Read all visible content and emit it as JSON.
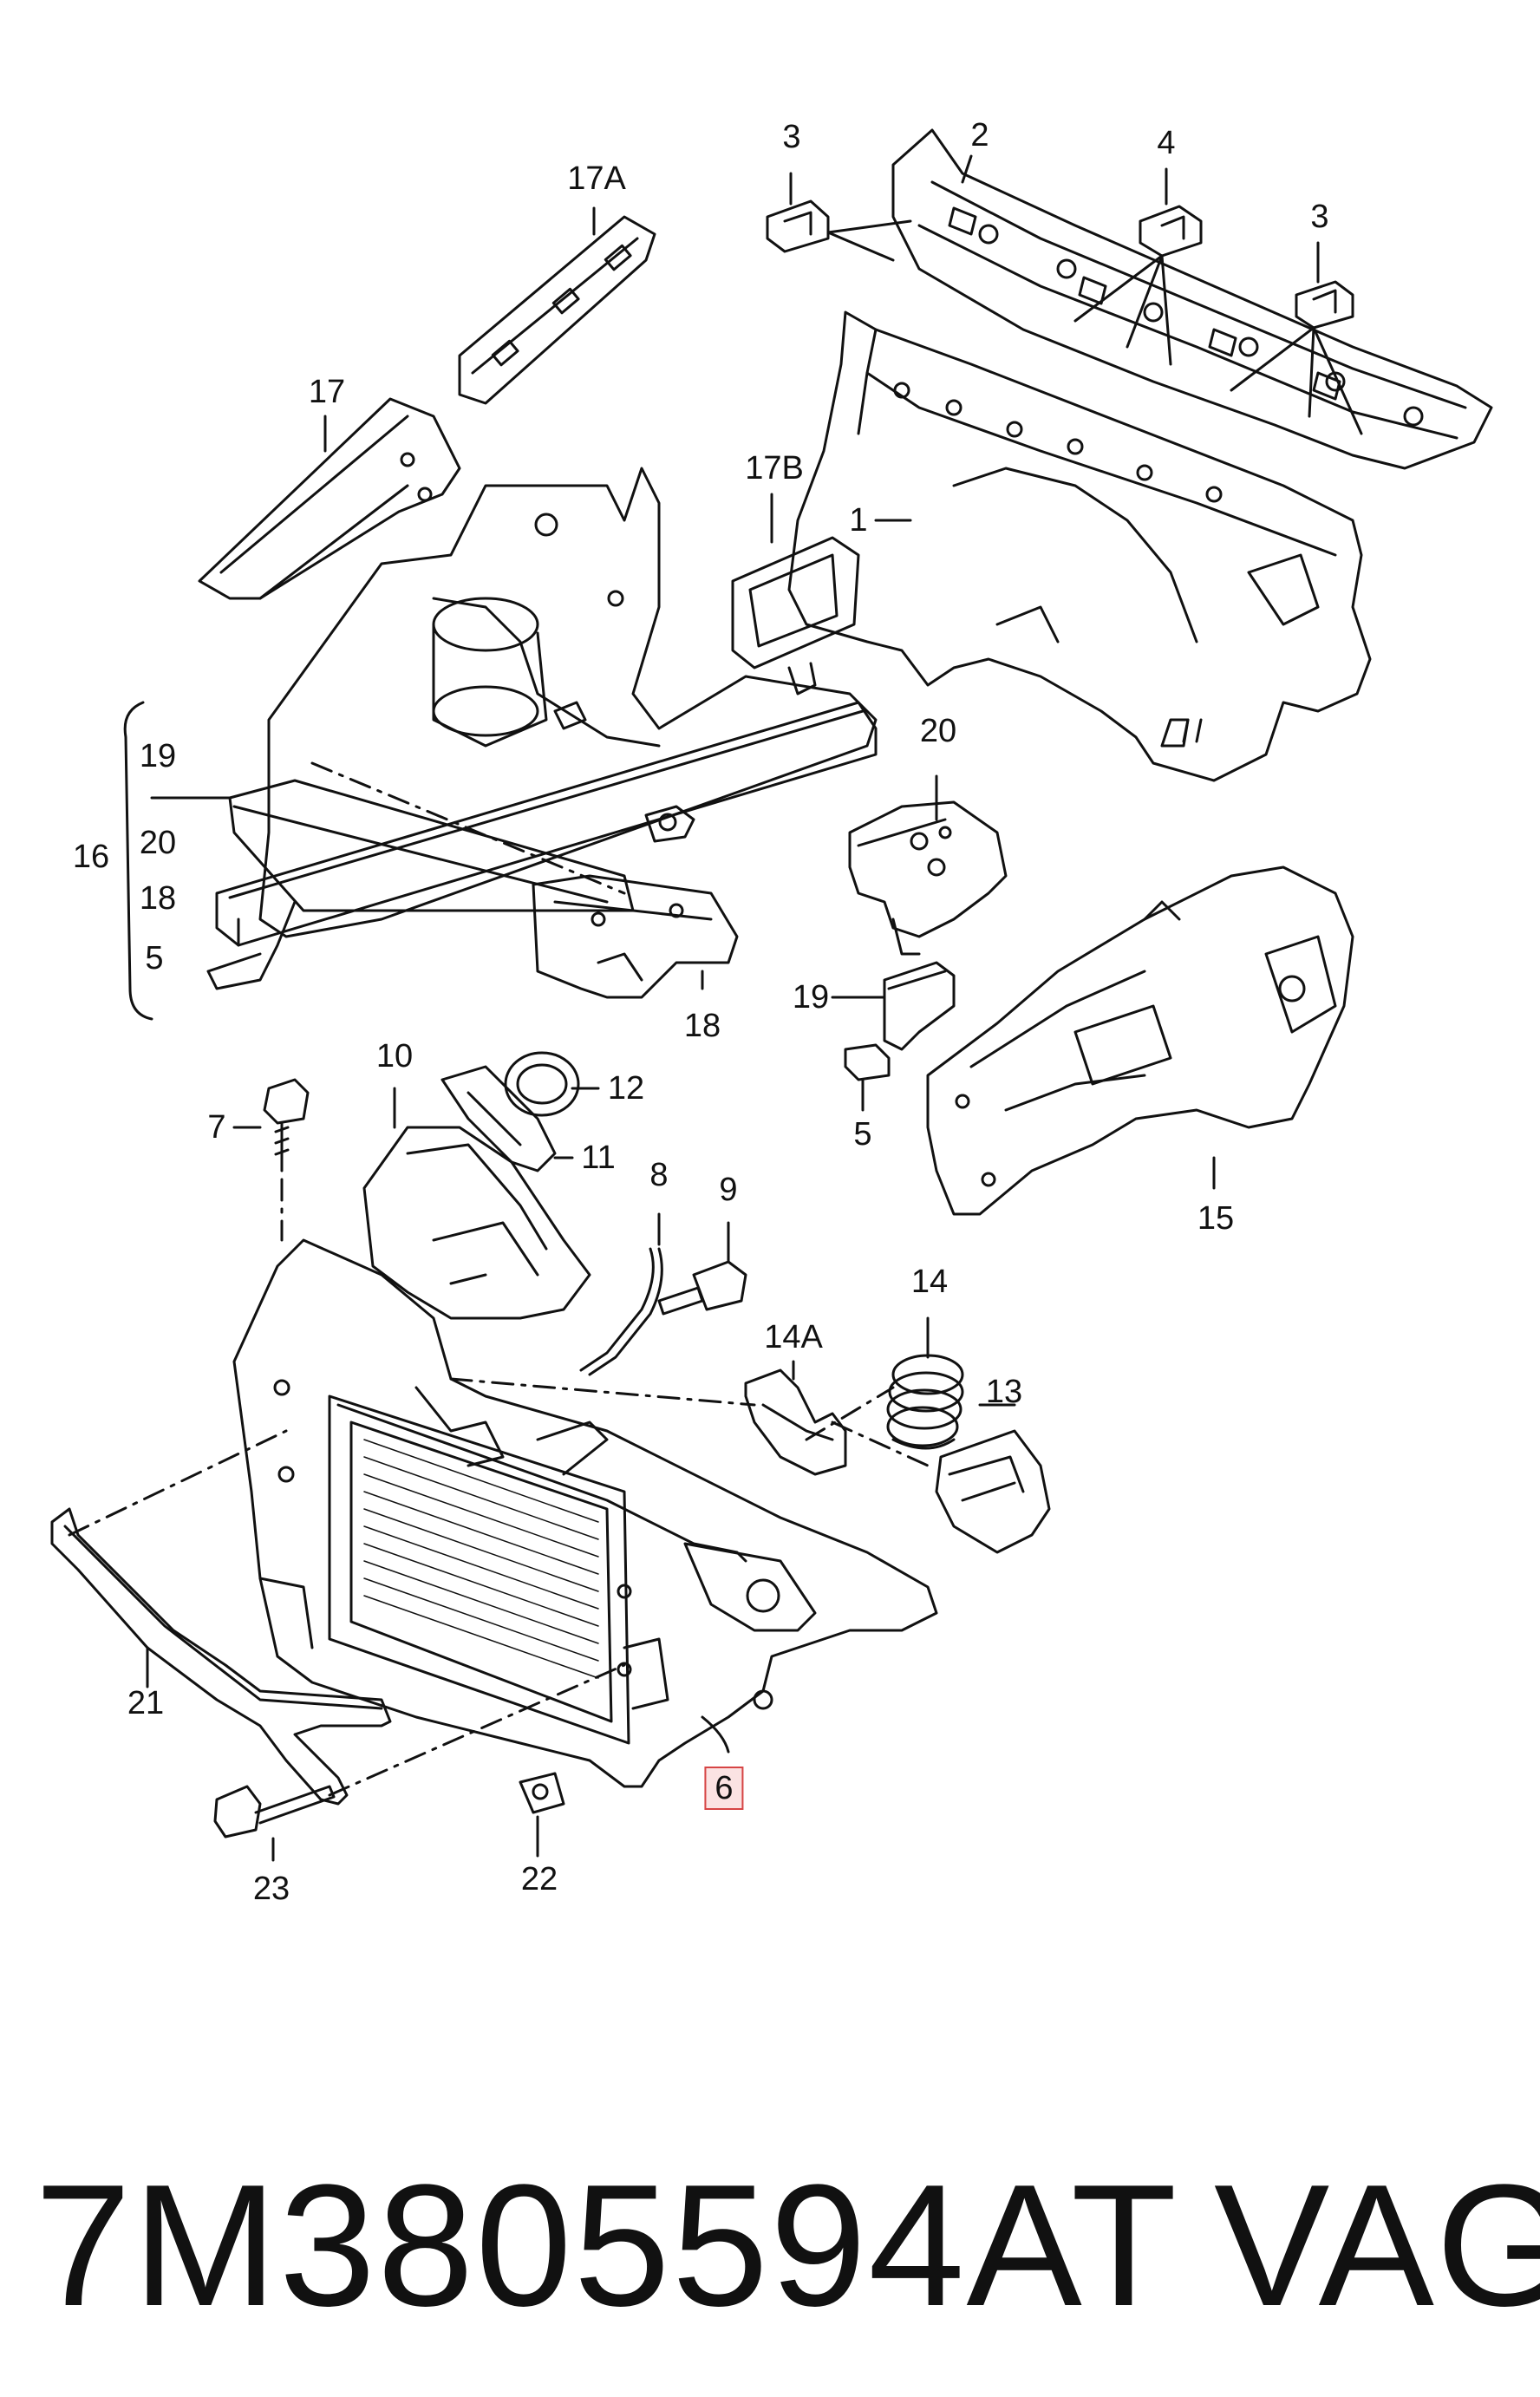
{
  "labels": [
    {
      "id": "3a",
      "text": "3"
    },
    {
      "id": "2",
      "text": "2"
    },
    {
      "id": "4",
      "text": "4"
    },
    {
      "id": "3b",
      "text": "3"
    },
    {
      "id": "17A",
      "text": "17A"
    },
    {
      "id": "17",
      "text": "17"
    },
    {
      "id": "17B",
      "text": "17B"
    },
    {
      "id": "1",
      "text": "1"
    },
    {
      "id": "19a",
      "text": "19"
    },
    {
      "id": "16",
      "text": "16"
    },
    {
      "id": "20a",
      "text": "20"
    },
    {
      "id": "18a",
      "text": "18"
    },
    {
      "id": "5a",
      "text": "5"
    },
    {
      "id": "18b",
      "text": "18"
    },
    {
      "id": "20b",
      "text": "20"
    },
    {
      "id": "19b",
      "text": "19"
    },
    {
      "id": "5b",
      "text": "5"
    },
    {
      "id": "15",
      "text": "15"
    },
    {
      "id": "10",
      "text": "10"
    },
    {
      "id": "12",
      "text": "12"
    },
    {
      "id": "7",
      "text": "7"
    },
    {
      "id": "11",
      "text": "11"
    },
    {
      "id": "8",
      "text": "8"
    },
    {
      "id": "9",
      "text": "9"
    },
    {
      "id": "14",
      "text": "14"
    },
    {
      "id": "14A",
      "text": "14A"
    },
    {
      "id": "13",
      "text": "13"
    },
    {
      "id": "21",
      "text": "21"
    },
    {
      "id": "6",
      "text": "6",
      "highlighted": true
    },
    {
      "id": "23",
      "text": "23"
    },
    {
      "id": "22",
      "text": "22"
    }
  ],
  "footer": {
    "part_number": "7M3805594AT",
    "brand": "VAG"
  },
  "colors": {
    "line": "#111111",
    "highlight_border": "#d64545",
    "highlight_fill": "#fbe3e3"
  }
}
